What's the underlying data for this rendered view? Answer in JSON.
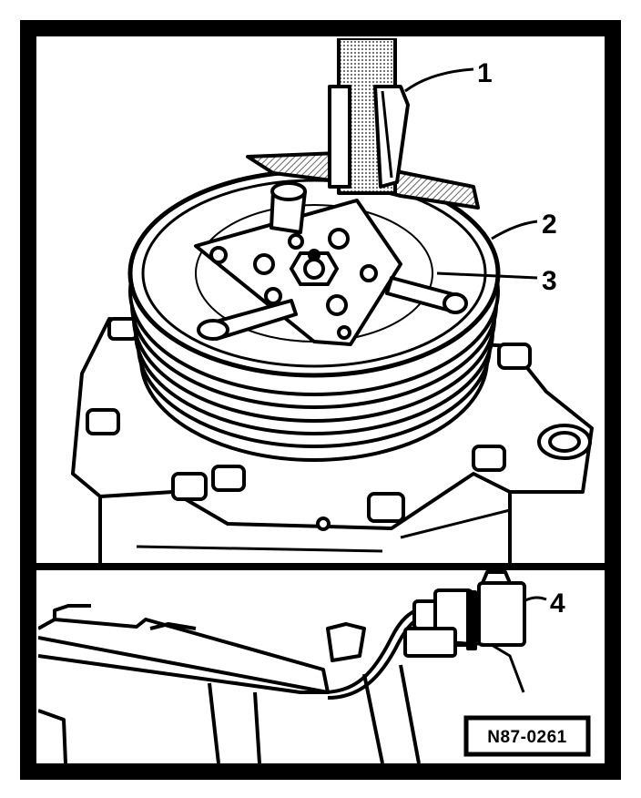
{
  "figure": {
    "callouts": [
      {
        "id": "1",
        "label": "1"
      },
      {
        "id": "2",
        "label": "2"
      },
      {
        "id": "3",
        "label": "3"
      },
      {
        "id": "4",
        "label": "4"
      }
    ],
    "reference_code": "N87-0261"
  },
  "colors": {
    "ink": "#000000",
    "paper": "#ffffff",
    "hatch": "#8a8a8a"
  }
}
